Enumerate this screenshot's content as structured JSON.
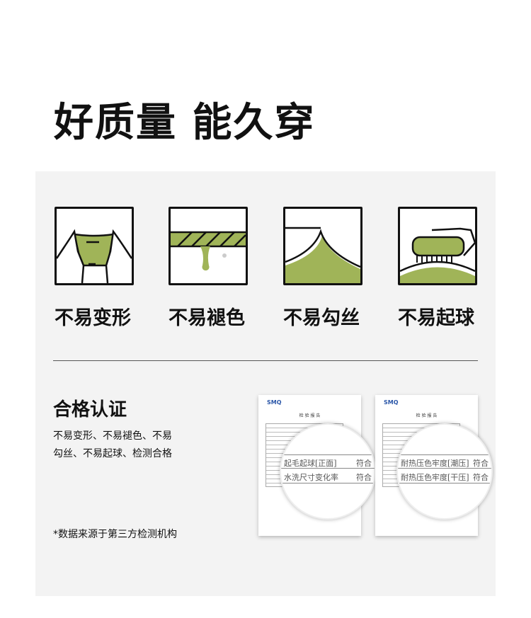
{
  "title": "好质量 能久穿",
  "colors": {
    "accent": "#a0b458",
    "panel": "#f3f3f3"
  },
  "features": [
    {
      "label": "不易变形",
      "icon": "hands-stretch-icon"
    },
    {
      "label": "不易褪色",
      "icon": "dripping-rope-icon"
    },
    {
      "label": "不易勾丝",
      "icon": "snag-fabric-icon"
    },
    {
      "label": "不易起球",
      "icon": "brush-fabric-icon"
    }
  ],
  "cert": {
    "title": "合格认证",
    "desc": "不易变形、不易褪色、不易勾丝、不易起球、检测合格",
    "note": "*数据来源于第三方检测机构"
  },
  "reports": [
    {
      "logo": "SMQ",
      "title": "检 验 报 告",
      "rows": [
        {
          "item": "起毛起球[正面]",
          "result": "符合"
        },
        {
          "item": "水洗尺寸变化率",
          "result": "符合"
        }
      ]
    },
    {
      "logo": "SMQ",
      "title": "检 验 报 告",
      "rows": [
        {
          "item": "耐热压色牢度[潮压]",
          "result": "符合"
        },
        {
          "item": "耐热压色牢度[干压]",
          "result": "符合"
        }
      ]
    }
  ]
}
